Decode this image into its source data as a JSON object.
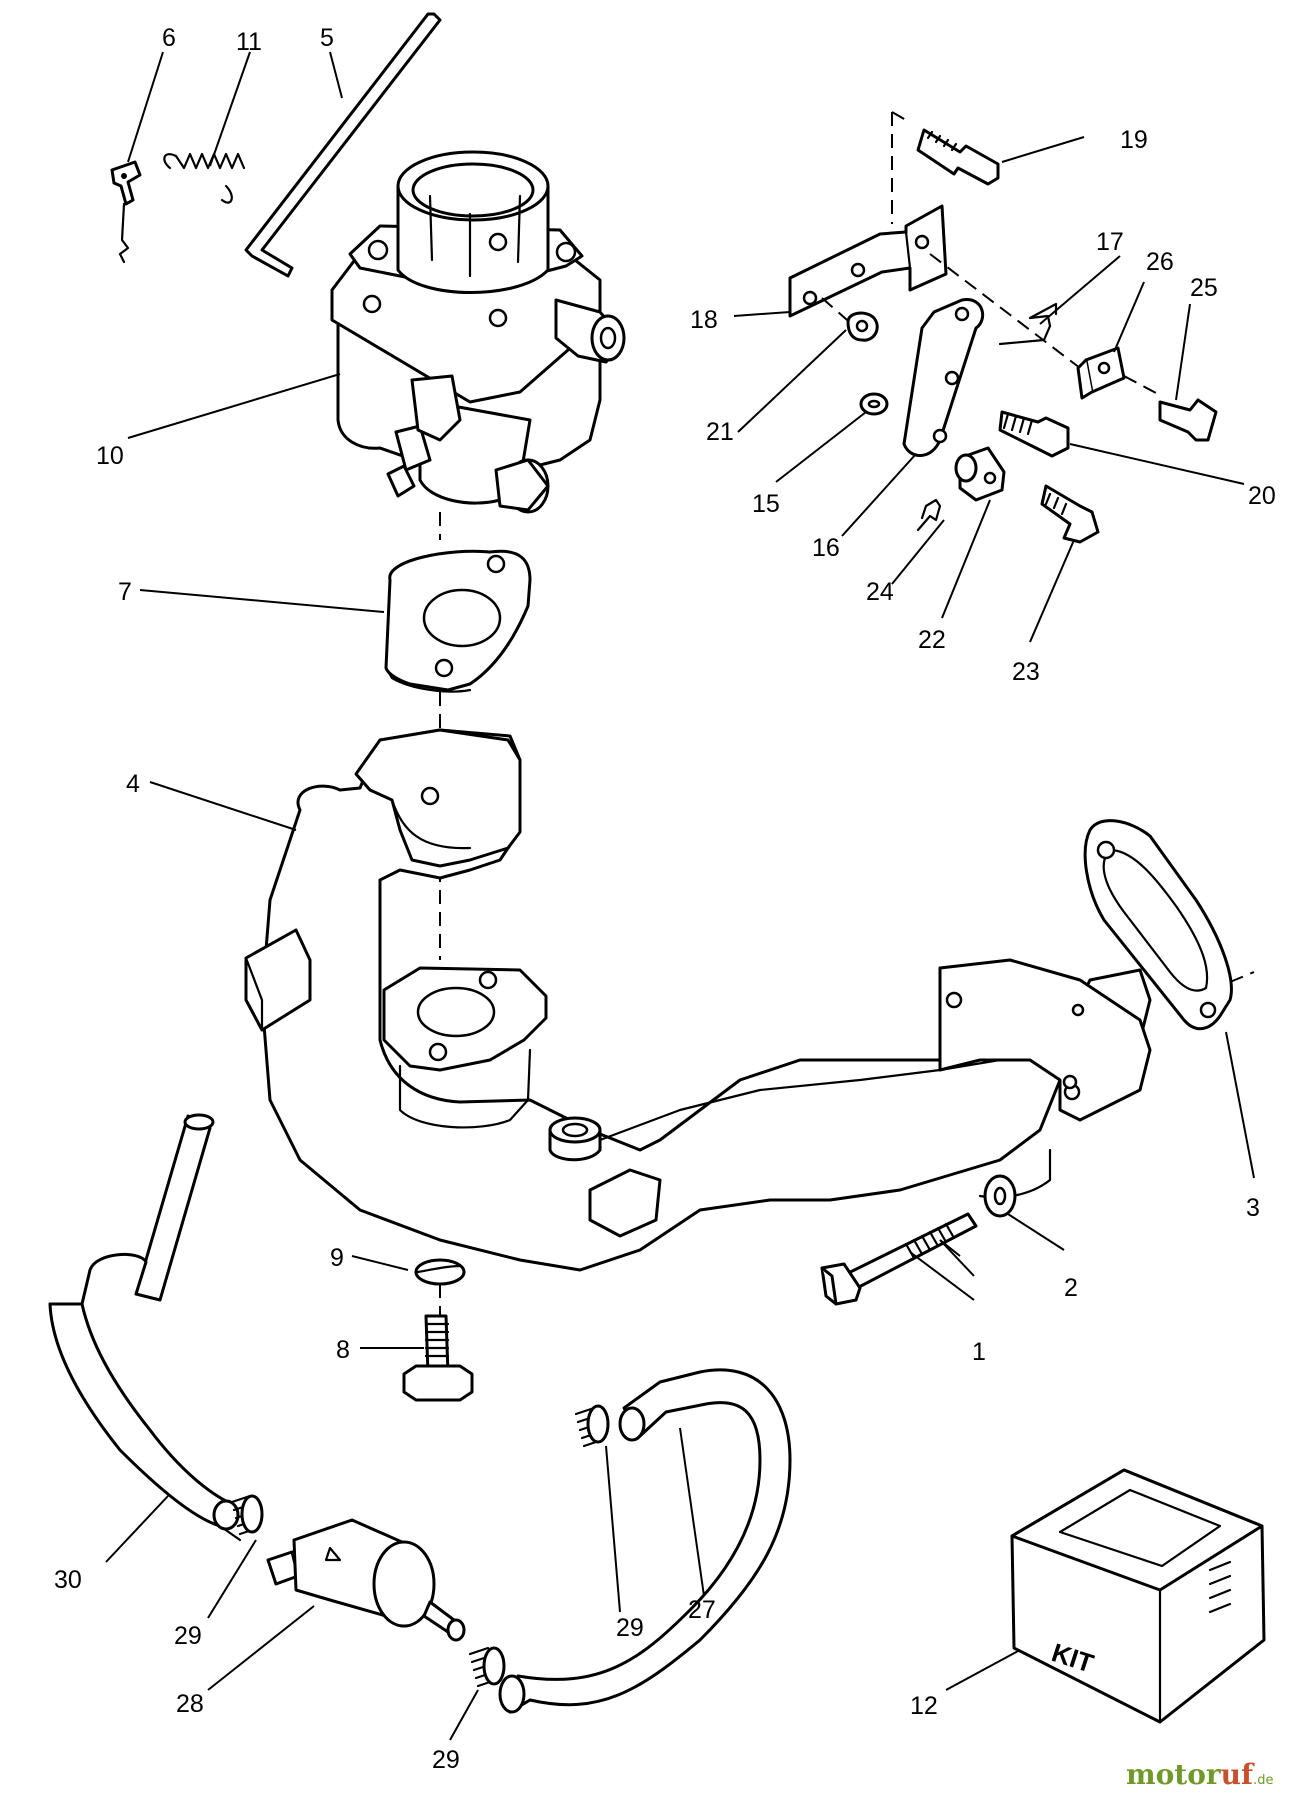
{
  "callouts": {
    "c1": "1",
    "c2": "2",
    "c3": "3",
    "c4": "4",
    "c5": "5",
    "c6": "6",
    "c7": "7",
    "c8": "8",
    "c9": "9",
    "c10": "10",
    "c11": "11",
    "c12": "12",
    "c15": "15",
    "c16": "16",
    "c17": "17",
    "c18": "18",
    "c19": "19",
    "c20": "20",
    "c21": "21",
    "c22": "22",
    "c23": "23",
    "c24": "24",
    "c25": "25",
    "c26": "26",
    "c27": "27",
    "c28": "28",
    "c29a": "29",
    "c29b": "29",
    "c29c": "29",
    "c30": "30"
  },
  "kit_label": "KIT",
  "watermark": {
    "part1": "motor",
    "part2": "uf",
    "suffix": ".de"
  },
  "colors": {
    "line": "#000000",
    "watermark_green": "#6f9a2a",
    "watermark_orange": "#c8502a"
  }
}
